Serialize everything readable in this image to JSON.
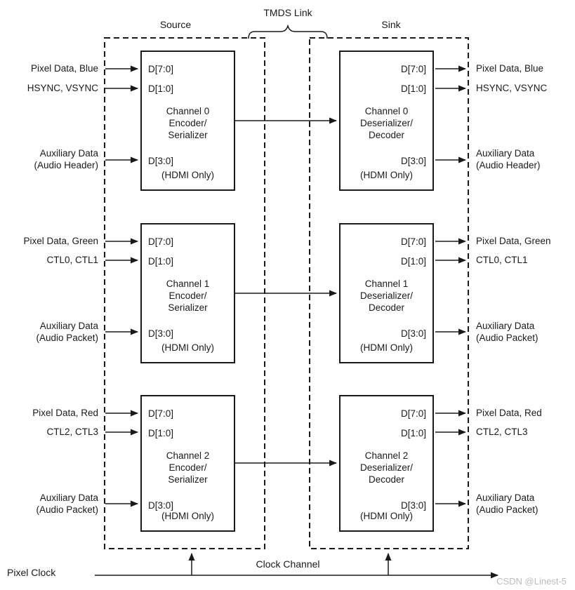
{
  "title": "TMDS Link",
  "header": {
    "tmds_link": "TMDS Link",
    "source": "Source",
    "sink": "Sink"
  },
  "clock": {
    "pixel_clock_label": "Pixel Clock",
    "clock_channel_label": "Clock Channel"
  },
  "channels": [
    {
      "source_title": [
        "Channel 0",
        "Encoder/",
        "Serializer"
      ],
      "sink_title": [
        "Channel 0",
        "Deserializer/",
        "Decoder"
      ],
      "hdmi_note": "(HDMI Only)",
      "ports": [
        {
          "name": "D[7:0]",
          "signal": "Pixel Data, Blue",
          "signal2": ""
        },
        {
          "name": "D[1:0]",
          "signal": "HSYNC, VSYNC",
          "signal2": ""
        },
        {
          "name": "D[3:0]",
          "signal": "Auxiliary Data",
          "signal2": "(Audio Header)"
        }
      ]
    },
    {
      "source_title": [
        "Channel 1",
        "Encoder/",
        "Serializer"
      ],
      "sink_title": [
        "Channel 1",
        "Deserializer/",
        "Decoder"
      ],
      "hdmi_note": "(HDMI Only)",
      "ports": [
        {
          "name": "D[7:0]",
          "signal": "Pixel Data, Green",
          "signal2": ""
        },
        {
          "name": "D[1:0]",
          "signal": "CTL0, CTL1",
          "signal2": ""
        },
        {
          "name": "D[3:0]",
          "signal": "Auxiliary Data",
          "signal2": "(Audio Packet)"
        }
      ]
    },
    {
      "source_title": [
        "Channel 2",
        "Encoder/",
        "Serializer"
      ],
      "sink_title": [
        "Channel 2",
        "Deserializer/",
        "Decoder"
      ],
      "hdmi_note": "(HDMI Only)",
      "ports": [
        {
          "name": "D[7:0]",
          "signal": "Pixel Data, Red",
          "signal2": ""
        },
        {
          "name": "D[1:0]",
          "signal": "CTL2, CTL3",
          "signal2": ""
        },
        {
          "name": "D[3:0]",
          "signal": "Auxiliary Data",
          "signal2": "(Audio Packet)"
        }
      ]
    }
  ],
  "watermark": "CSDN @Linest-5",
  "colors": {
    "line": "#1a1a1a",
    "text": "#1a1a1a",
    "background": "#ffffff",
    "watermark": "#bcbcbc"
  }
}
